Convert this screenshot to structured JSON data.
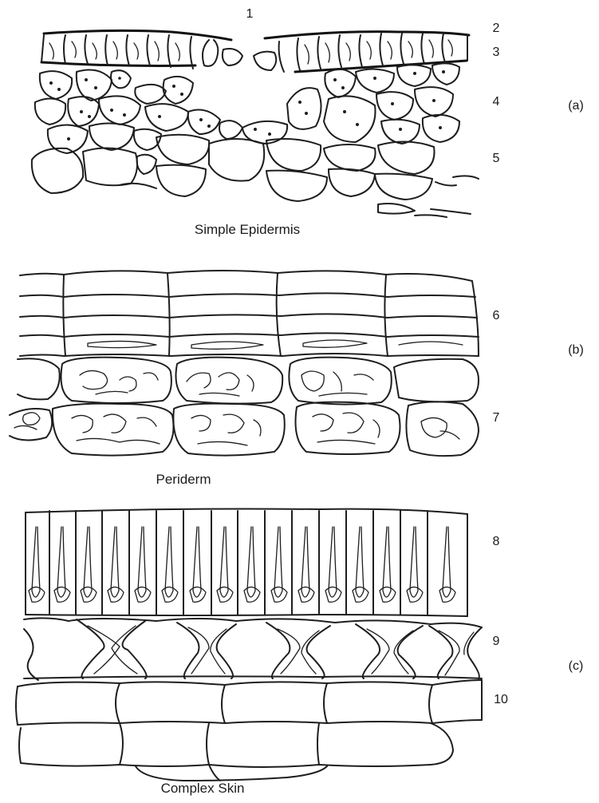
{
  "callouts": {
    "pore": "1",
    "cuticle": "2",
    "epidermis": "3",
    "parenchyma": "4",
    "inner_layer": "5",
    "cork": "6",
    "phelloderm": "7",
    "palisade": "8",
    "hourglass": "9",
    "hypodermis": "10"
  },
  "captions": {
    "a": "Simple Epidermis",
    "b": "Periderm",
    "c": "Complex Skin"
  },
  "panels": {
    "a": "(a)",
    "b": "(b)",
    "c": "(c)"
  }
}
